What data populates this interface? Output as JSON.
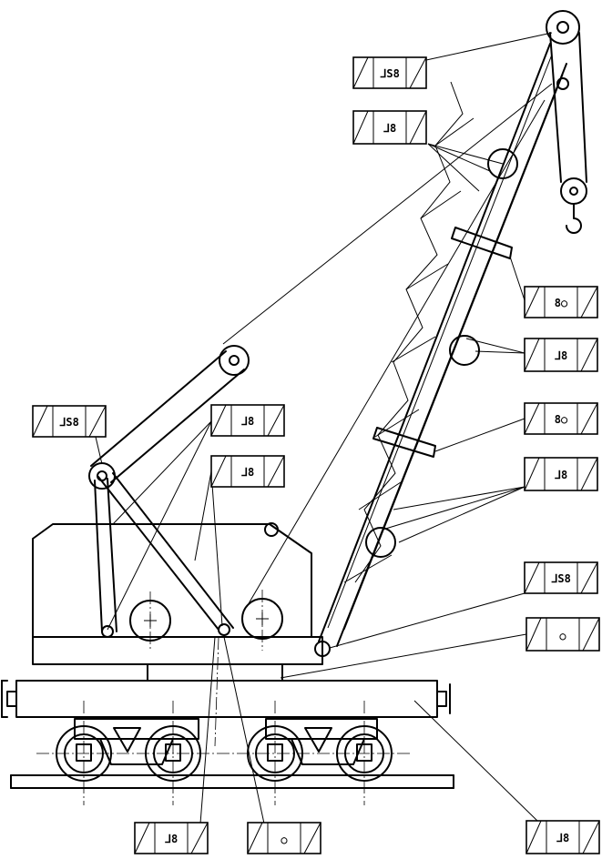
{
  "drawing": {
    "subject": "crane-weld-symbol-diagram",
    "line_color": "#000000",
    "background": "#ffffff"
  },
  "callouts": [
    {
      "id": "boom-tip",
      "symbol": "ᒧS8"
    },
    {
      "id": "boom-lacing-upper",
      "symbol": "ᒧ8"
    },
    {
      "id": "boom-band-1",
      "symbol": "8○"
    },
    {
      "id": "boom-lacing-mid",
      "symbol": "ᒧ8"
    },
    {
      "id": "boom-band-2",
      "symbol": "8○"
    },
    {
      "id": "boom-lacing-lower",
      "symbol": "ᒧ8"
    },
    {
      "id": "boom-foot",
      "symbol": "ᒧS8"
    },
    {
      "id": "turntable-ring",
      "symbol": "○"
    },
    {
      "id": "mast-head",
      "symbol": "ᒧS8"
    },
    {
      "id": "mast-legs",
      "symbol": "ᒧ8"
    },
    {
      "id": "mast-strut",
      "symbol": "ᒧ8"
    },
    {
      "id": "frame-bottom-left",
      "symbol": "ᒧ8"
    },
    {
      "id": "frame-bottom-center",
      "symbol": "○"
    },
    {
      "id": "car-frame",
      "symbol": "ᒧ8"
    }
  ]
}
